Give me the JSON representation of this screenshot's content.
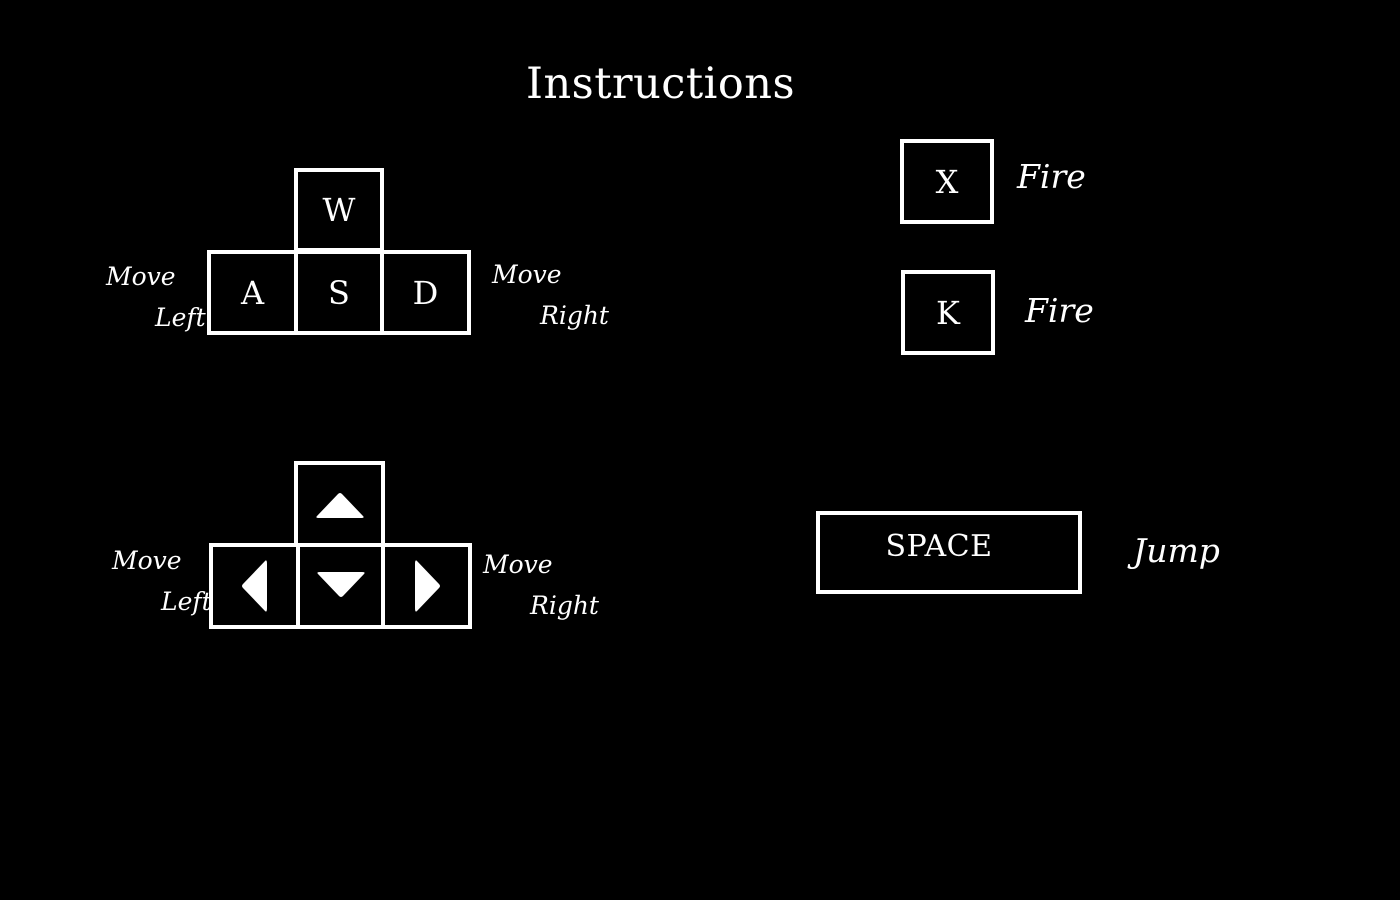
{
  "screen": {
    "title": "Instructions"
  },
  "wasd": {
    "keys": {
      "up": "W",
      "left": "A",
      "down": "S",
      "right": "D"
    },
    "left_label": {
      "line1": "Move",
      "line2": "Left"
    },
    "right_label": {
      "line1": "Move",
      "line2": "Right"
    }
  },
  "arrows": {
    "keys": {
      "up": "arrow-up-icon",
      "left": "arrow-left-icon",
      "down": "arrow-down-icon",
      "right": "arrow-right-icon"
    },
    "left_label": {
      "line1": "Move",
      "line2": "Left"
    },
    "right_label": {
      "line1": "Move",
      "line2": "Right"
    }
  },
  "fire_x": {
    "key": "X",
    "action": "Fire"
  },
  "fire_k": {
    "key": "K",
    "action": "Fire"
  },
  "jump": {
    "key": "SPACE",
    "action": "Jump"
  },
  "colors": {
    "background": "#000000",
    "foreground": "#ffffff"
  }
}
